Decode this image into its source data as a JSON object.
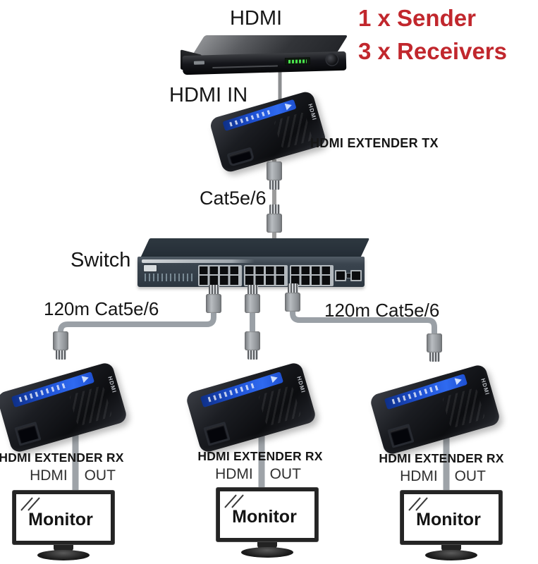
{
  "source": {
    "label": "HDMI"
  },
  "callout": {
    "line1": "1 x Sender",
    "line2": "3 x Receivers"
  },
  "sender": {
    "input_label": "HDMI IN",
    "device_label": "HDMI EXTENDER TX",
    "side_marking": "HDMI"
  },
  "uplink": {
    "cable_label": "Cat5e/6"
  },
  "switch": {
    "label": "Switch"
  },
  "runs": {
    "left_label": "120m Cat5e/6",
    "right_label": "120m Cat5e/6"
  },
  "receivers": [
    {
      "device_label": "HDMI EXTENDER RX",
      "output_label": "HDMI OUT",
      "monitor_label": "Monitor",
      "side_marking": "HDMI"
    },
    {
      "device_label": "HDMI EXTENDER RX",
      "output_label": "HDMI OUT",
      "monitor_label": "Monitor",
      "side_marking": "HDMI"
    },
    {
      "device_label": "HDMI EXTENDER RX",
      "output_label": "HDMI OUT",
      "monitor_label": "Monitor",
      "side_marking": "HDMI"
    }
  ],
  "colors": {
    "accent_red": "#c1272d",
    "cable_gray": "#9aa0a6",
    "sticker_blue": "#1f5ae0",
    "switch_body": "#39434d",
    "device_black": "#15161a",
    "background": "#ffffff"
  }
}
